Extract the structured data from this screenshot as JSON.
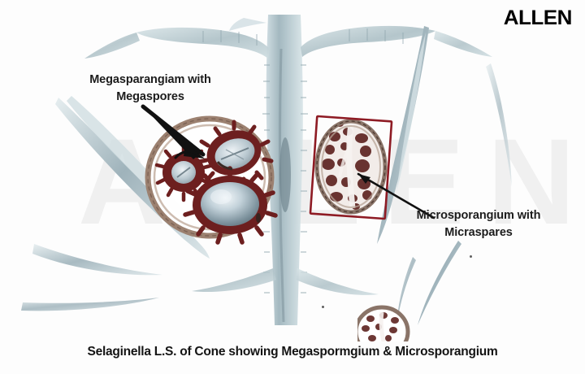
{
  "brand": {
    "logo_text": "ALLEN"
  },
  "annotations": {
    "megasporangium": {
      "label": "Megasparangiam with\nMegaspores",
      "arrow_name": "megasporangium-arrow"
    },
    "microsporangium": {
      "label": "Microsporangium with\nMicraspares",
      "arrow_name": "microsporangium-arrow"
    }
  },
  "highlight": {
    "name": "microsporangium-highlight-box",
    "color": "#8e1b24"
  },
  "caption": {
    "text": "Selaginella L.S. of Cone showing Megaspormgium & Microsporangium"
  },
  "watermark": {
    "text": "ALLEN"
  },
  "figure": {
    "subject": "Selaginella longitudinal section of strobilus (cone)",
    "background_color": "#fdfdfd",
    "tissue_color": "#b9cbd0",
    "spore_wall_color": "#6d1f1f",
    "sporangium_wall_color": "#9c8170",
    "megaspore_fill": "#c6d3da"
  }
}
